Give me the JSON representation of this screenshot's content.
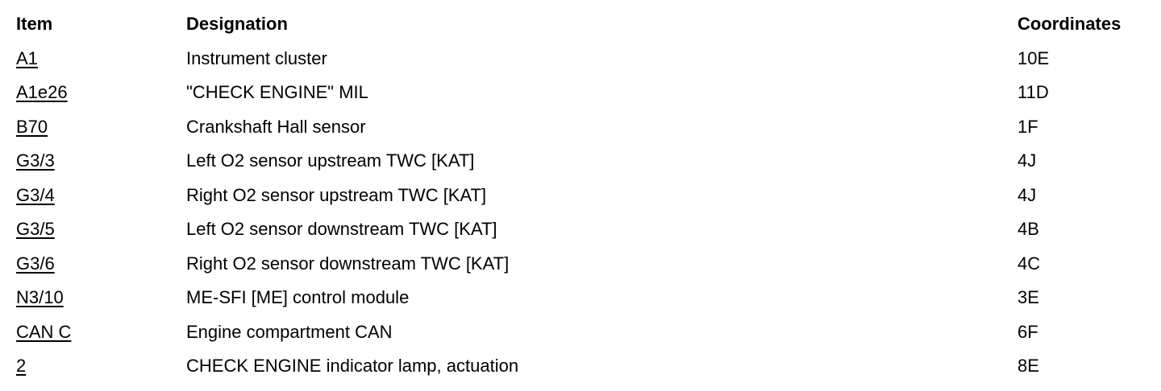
{
  "table": {
    "headers": {
      "item": "Item",
      "designation": "Designation",
      "coordinates": "Coordinates"
    },
    "rows": [
      {
        "item": "A1",
        "designation": "Instrument cluster",
        "coordinates": "10E"
      },
      {
        "item": "A1e26",
        "designation": "\"CHECK ENGINE\" MIL",
        "coordinates": "11D"
      },
      {
        "item": "B70",
        "designation": "Crankshaft Hall sensor",
        "coordinates": "1F"
      },
      {
        "item": "G3/3",
        "designation": "Left O2 sensor upstream TWC [KAT]",
        "coordinates": "4J"
      },
      {
        "item": "G3/4",
        "designation": "Right O2 sensor upstream TWC [KAT]",
        "coordinates": "4J"
      },
      {
        "item": "G3/5",
        "designation": "Left O2 sensor downstream TWC [KAT]",
        "coordinates": "4B"
      },
      {
        "item": "G3/6",
        "designation": "Right O2 sensor downstream TWC [KAT]",
        "coordinates": "4C"
      },
      {
        "item": "N3/10",
        "designation": "ME-SFI [ME] control module",
        "coordinates": "3E"
      },
      {
        "item": "CAN C",
        "designation": "Engine compartment CAN",
        "coordinates": "6F"
      },
      {
        "item": "2",
        "designation": "CHECK ENGINE indicator lamp, actuation",
        "coordinates": "8E"
      }
    ]
  }
}
